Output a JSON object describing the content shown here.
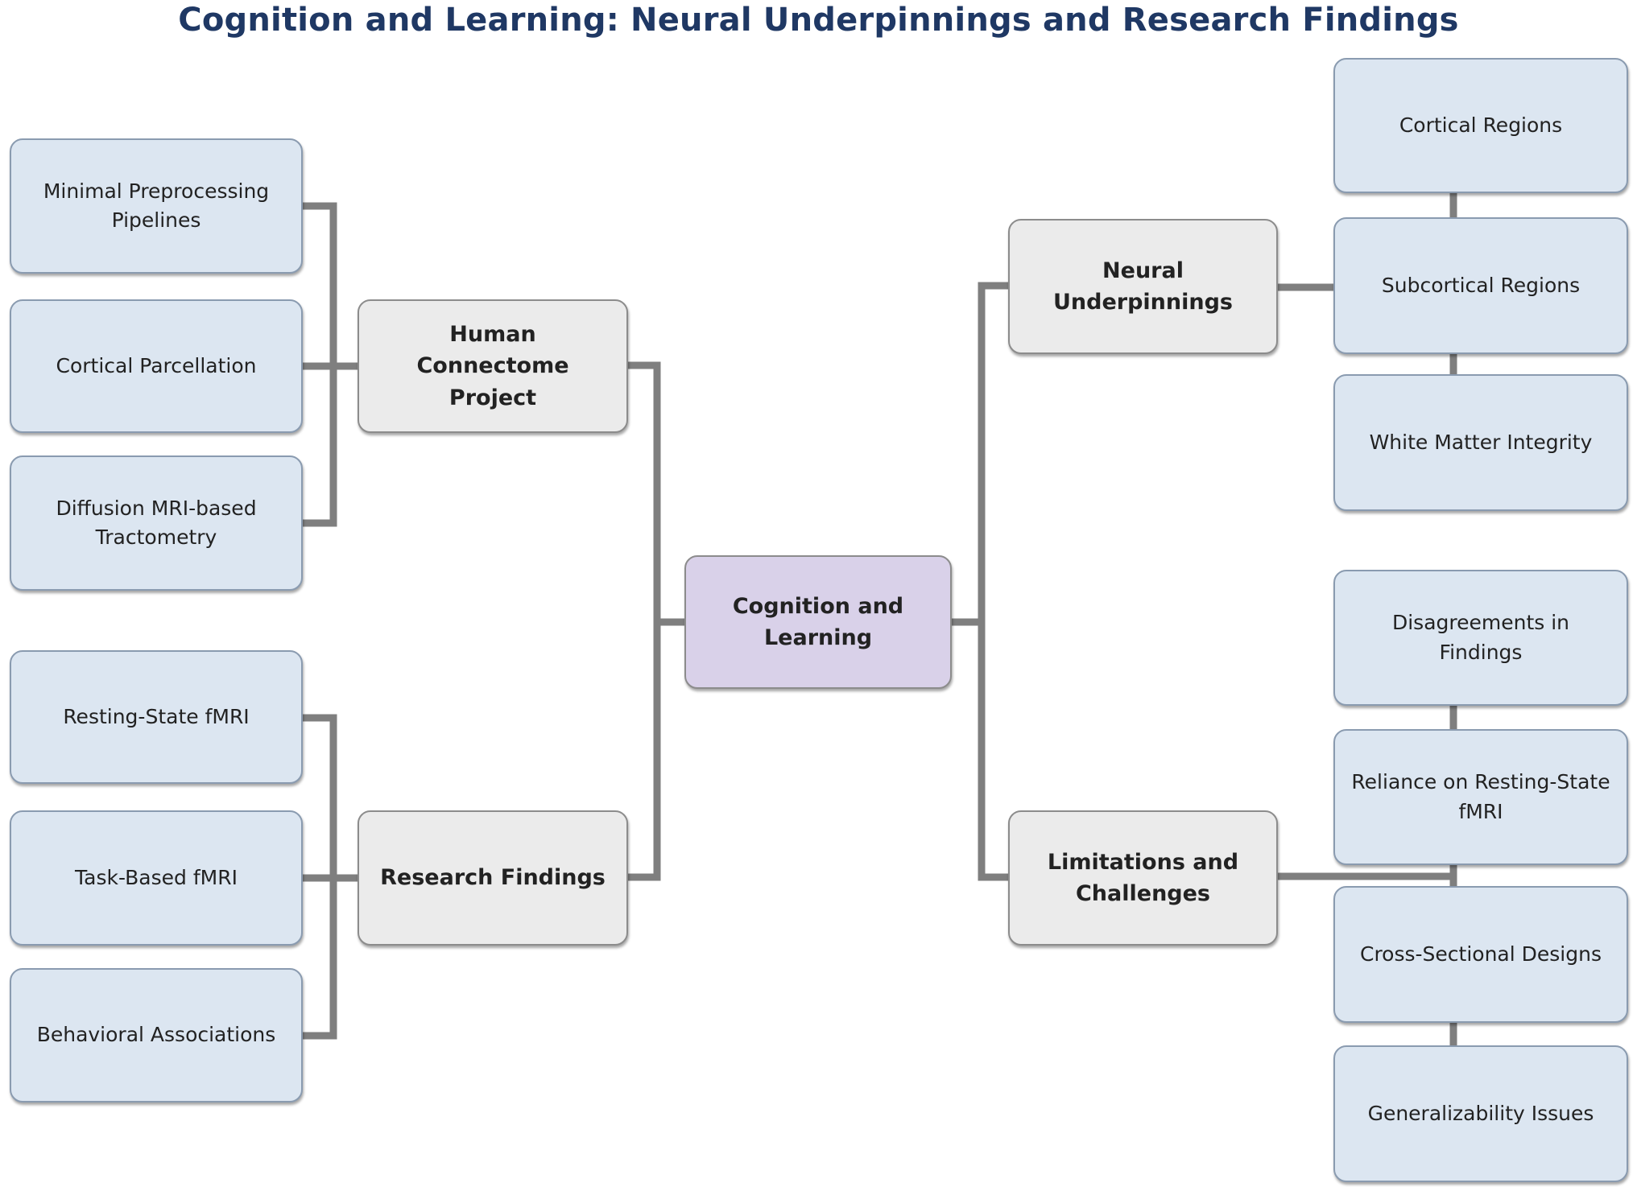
{
  "title": "Cognition and Learning: Neural Underpinnings and Research Findings",
  "root": {
    "label": "Cognition and Learning"
  },
  "branches": {
    "hcp": {
      "label": "Human Connectome Project",
      "children": [
        "Minimal Preprocessing Pipelines",
        "Cortical Parcellation",
        "Diffusion MRI-based Tractometry"
      ]
    },
    "research": {
      "label": "Research Findings",
      "children": [
        "Resting-State fMRI",
        "Task-Based fMRI",
        "Behavioral Associations"
      ]
    },
    "neural": {
      "label": "Neural Underpinnings",
      "children": [
        "Cortical Regions",
        "Subcortical Regions",
        "White Matter Integrity"
      ]
    },
    "limits": {
      "label": "Limitations and Challenges",
      "children": [
        "Disagreements in Findings",
        "Reliance on Resting-State fMRI",
        "Cross-Sectional Designs",
        "Generalizability Issues"
      ]
    }
  },
  "colors": {
    "title": "#1f3864",
    "leaf_fill": "#dce6f1",
    "branch_fill": "#ebebeb",
    "root_fill": "#d9d1e9",
    "connector": "#7f7f7f"
  }
}
